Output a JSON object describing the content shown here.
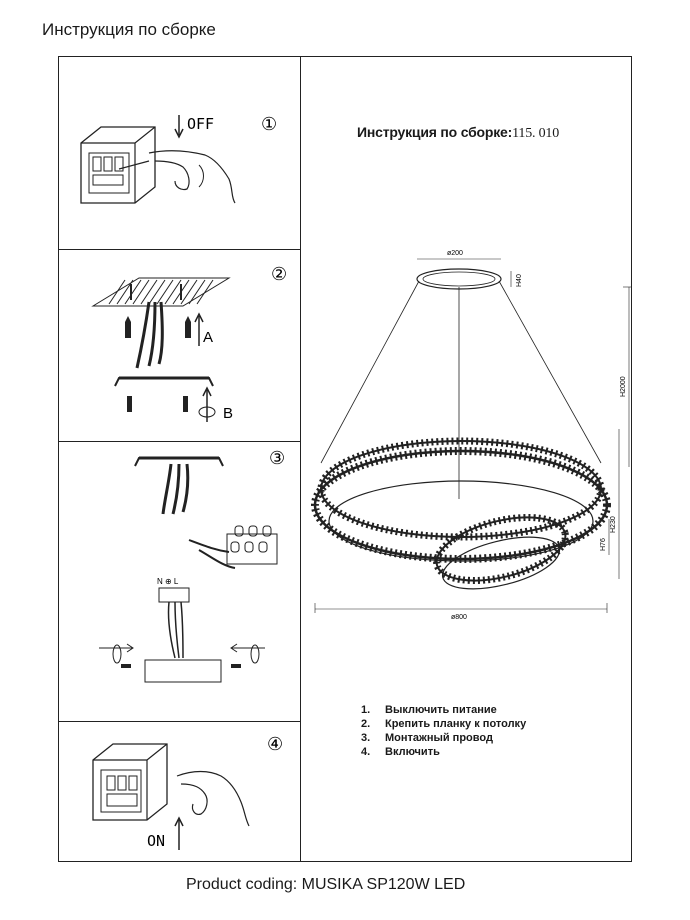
{
  "page": {
    "title": "Инструкция по сборке",
    "footer": "Product coding: MUSIKA SP120W LED"
  },
  "diagram": {
    "title_text": "Инструкция по сборке:",
    "title_code": "115. 010",
    "dimensions": {
      "canopy_diameter": "ø200",
      "canopy_height": "H40",
      "total_height": "H2000",
      "ring_height": "H230",
      "ring_section": "H76",
      "outer_diameter": "ø800"
    }
  },
  "steps": {
    "step1": {
      "number": "①",
      "switch_label": "OFF"
    },
    "step2": {
      "number": "②",
      "arrow_a": "A",
      "arrow_b": "B"
    },
    "step3": {
      "number": "③",
      "wire_labels": "N ⊕ L"
    },
    "step4": {
      "number": "④",
      "switch_label": "ON"
    }
  },
  "instructions": [
    {
      "num": "1.",
      "text": "Выключить питание"
    },
    {
      "num": "2.",
      "text": "Крепить планку к потолку"
    },
    {
      "num": "3.",
      "text": "Монтажный провод"
    },
    {
      "num": "4.",
      "text": "Включить"
    }
  ]
}
